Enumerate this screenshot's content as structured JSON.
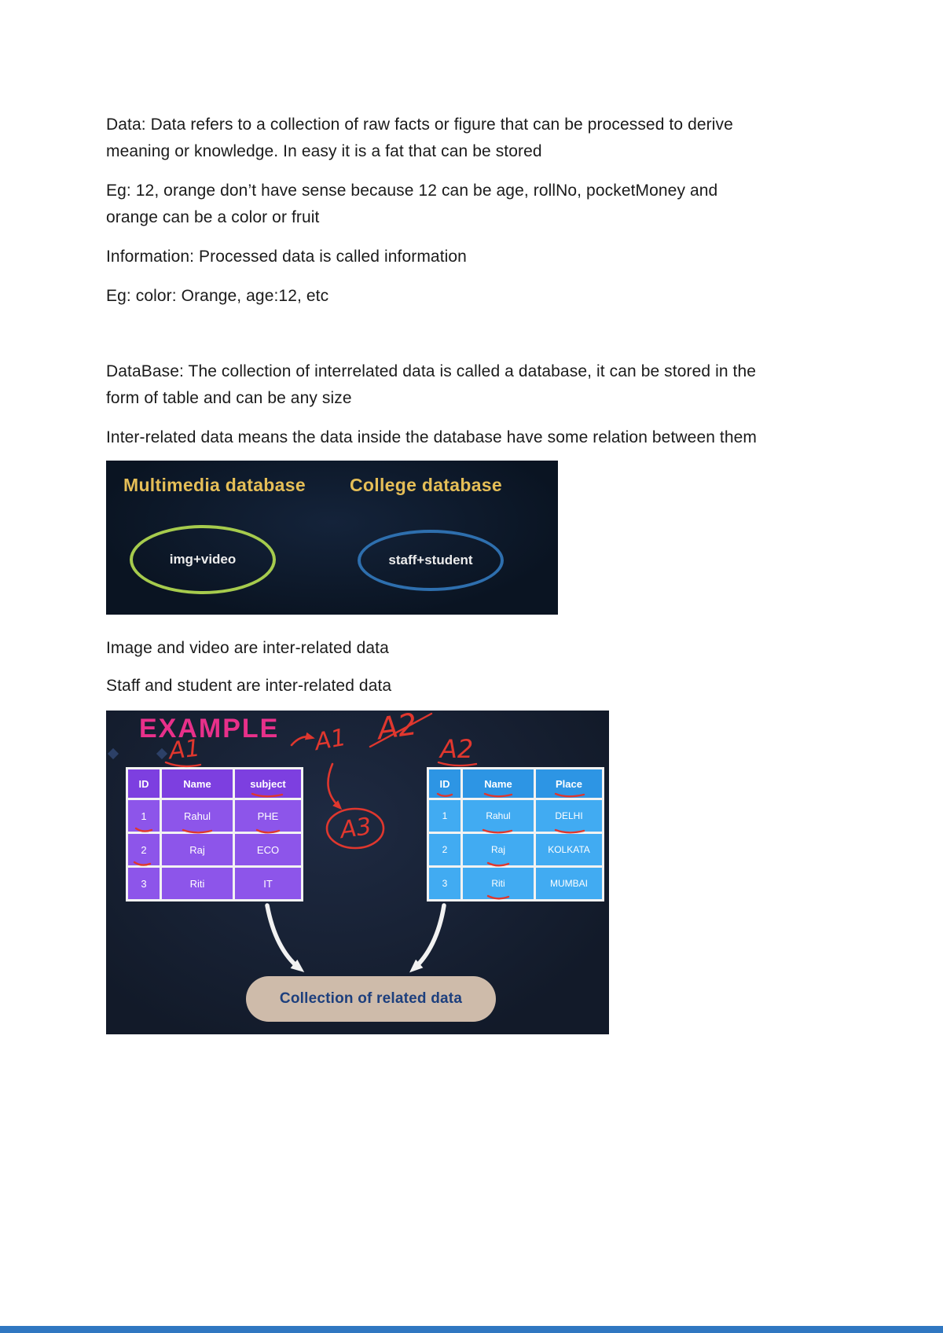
{
  "document": {
    "paragraphs": [
      "Data: Data refers to a collection of raw facts or figure that can be processed to derive meaning or knowledge. In easy it is a fat that can be stored",
      "Eg: 12, orange don’t have sense because 12 can be age, rollNo, pocketMoney and orange can be a color or fruit",
      "Information: Processed data is called information",
      "Eg: color: Orange, age:12, etc",
      "DataBase: The collection of interrelated data is called a database, it can be stored in the form of table and can be any size",
      "Inter-related data means the data inside the database have some relation between them",
      "Image and video are inter-related data",
      "Staff and student are inter-related data"
    ]
  },
  "database_diagram": {
    "left_title": "Multimedia database",
    "right_title": "College database",
    "left_bubble": "img+video",
    "right_bubble": "staff+student",
    "colors": {
      "background": "#0a1422",
      "title": "#e5be57",
      "left_ellipse": "#a6cb4d",
      "right_ellipse": "#2e6fae"
    }
  },
  "example_diagram": {
    "heading": "EXAMPLE",
    "annotations": {
      "top_a1": "A1",
      "top_a2": "A2",
      "side_a2": "A2",
      "left_a1": "A1",
      "circled_a3": "A3"
    },
    "tables": [
      {
        "name": "A1",
        "headers": [
          "ID",
          "Name",
          "subject"
        ],
        "rows": [
          [
            "1",
            "Rahul",
            "PHE"
          ],
          [
            "2",
            "Raj",
            "ECO"
          ],
          [
            "3",
            "Riti",
            "IT"
          ]
        ]
      },
      {
        "name": "A2",
        "headers": [
          "ID",
          "Name",
          "Place"
        ],
        "rows": [
          [
            "1",
            "Rahul",
            "DELHI"
          ],
          [
            "2",
            "Raj",
            "KOLKATA"
          ],
          [
            "3",
            "Riti",
            "MUMBAI"
          ]
        ]
      }
    ],
    "footer": "Collection of related data",
    "colors": {
      "background": "#121a29",
      "heading": "#e8308a",
      "table1": "#8d55ea",
      "table2": "#41abf2",
      "annotation": "#e0372e",
      "footer_bg": "#cebbaa",
      "footer_text": "#1d3f7d"
    }
  }
}
